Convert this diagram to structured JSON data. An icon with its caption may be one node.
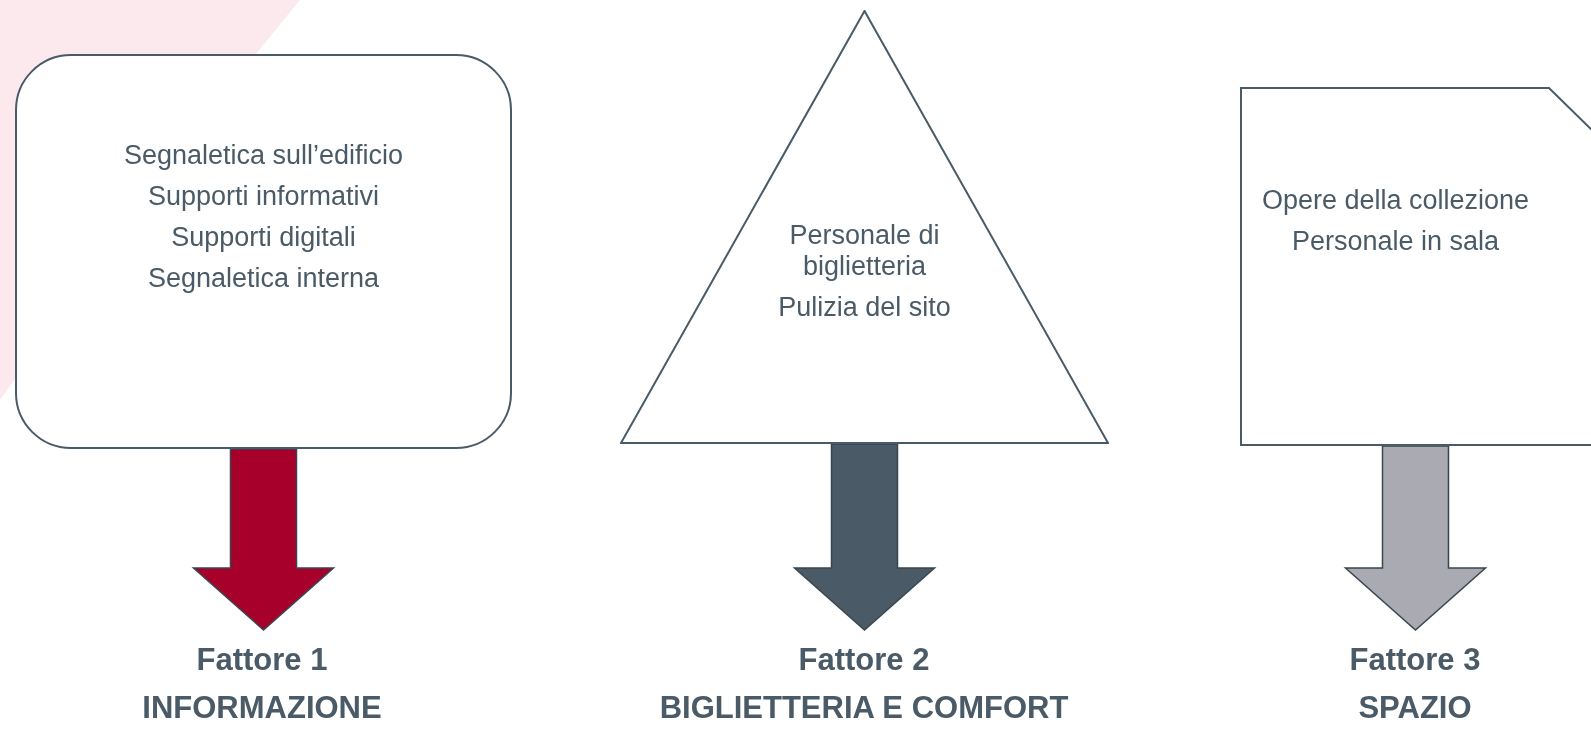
{
  "diagram": {
    "nodes": [
      {
        "text": [
          "Segnaletica sull’edificio",
          "Supporti informativi",
          "Supporti digitali",
          "Segnaletica interna"
        ]
      },
      {
        "text": [
          "Personale di biglietteria",
          "Pulizia del sito"
        ]
      },
      {
        "text": [
          "Opere della collezione",
          "Personale in sala"
        ]
      },
      {
        "text": [
          "Fattore 1",
          "INFORMAZIONE"
        ]
      },
      {
        "text": [
          "Fattore 2",
          "BIGLIETTERIA E COMFORT"
        ]
      },
      {
        "text": [
          "Fattore 3",
          "SPAZIO"
        ]
      }
    ],
    "edges": [
      {
        "from": 0,
        "to": 3,
        "arrow": "to",
        "style": "thick",
        "color": "#a6002b"
      },
      {
        "from": 1,
        "to": 4,
        "arrow": "to",
        "style": "thick",
        "color": "#4a5a66"
      },
      {
        "from": 2,
        "to": 5,
        "arrow": "to",
        "style": "thick",
        "color": "#a9aab2"
      }
    ]
  }
}
